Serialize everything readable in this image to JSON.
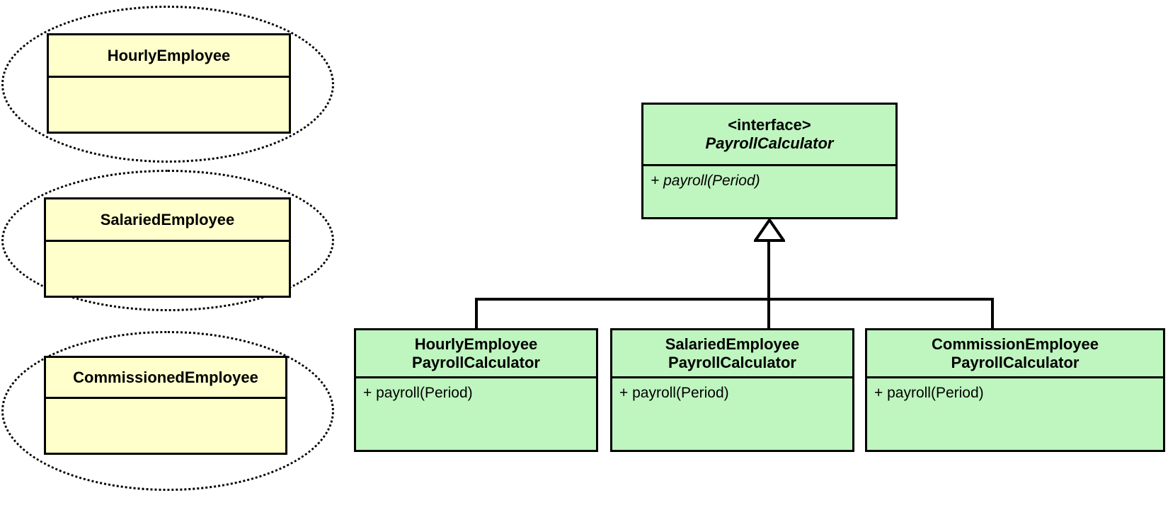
{
  "diagram": {
    "title": "UML class diagram: Employee hierarchy and PayrollCalculator strategy",
    "colors": {
      "employee_fill": "#FFFFCC",
      "payroll_fill": "#BFF5BF",
      "stroke": "#000000",
      "background": "#FFFFFF"
    }
  },
  "employee_group": {
    "classes": [
      {
        "name": "HourlyEmployee",
        "members": []
      },
      {
        "name": "SalariedEmployee",
        "members": []
      },
      {
        "name": "CommissionedEmployee",
        "members": []
      }
    ]
  },
  "payroll_group": {
    "interface": {
      "stereotype": "<interface>",
      "name": "PayrollCalculator",
      "members": [
        "+ payroll(Period)"
      ]
    },
    "implementations": [
      {
        "name_line1": "HourlyEmployee",
        "name_line2": "PayrollCalculator",
        "members": [
          "+ payroll(Period)"
        ]
      },
      {
        "name_line1": "SalariedEmployee",
        "name_line2": "PayrollCalculator",
        "members": [
          "+ payroll(Period)"
        ]
      },
      {
        "name_line1": "CommissionEmployee",
        "name_line2": "PayrollCalculator",
        "members": [
          "+ payroll(Period)"
        ]
      }
    ],
    "relationship": "generalization"
  }
}
